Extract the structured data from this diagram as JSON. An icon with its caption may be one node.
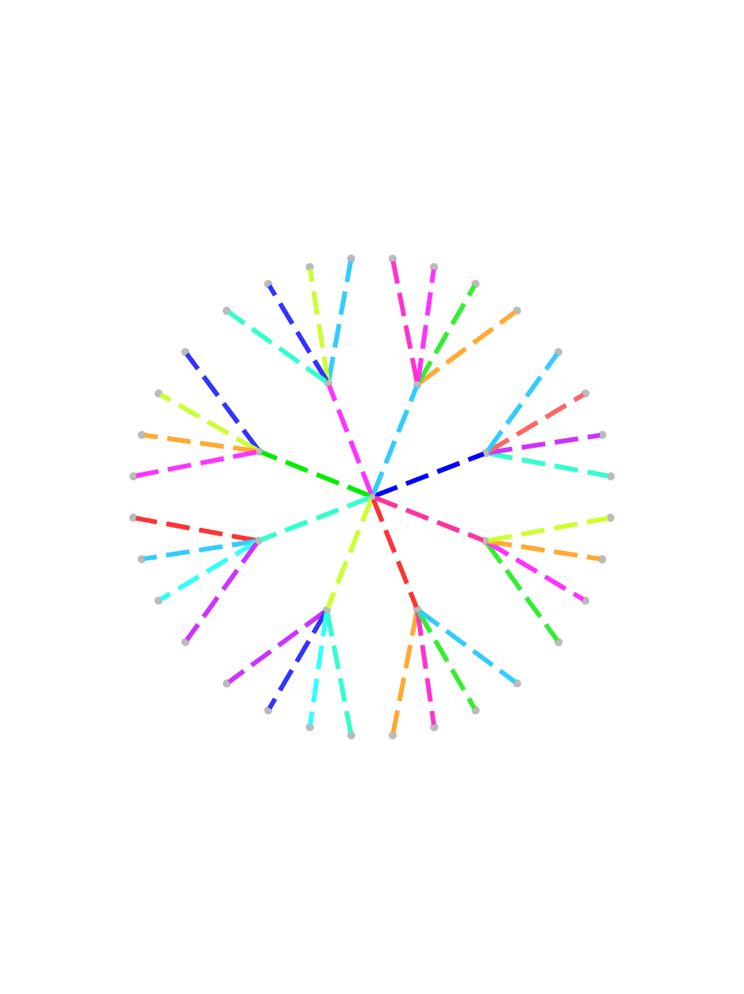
{
  "diagram": {
    "nodes": [
      {
        "text": [],
        "shape": "point"
      },
      {
        "text": [],
        "shape": "point"
      },
      {
        "text": [],
        "shape": "point"
      },
      {
        "text": [],
        "shape": "point"
      },
      {
        "text": [],
        "shape": "point"
      },
      {
        "text": [],
        "shape": "point"
      },
      {
        "text": [],
        "shape": "point"
      },
      {
        "text": [],
        "shape": "point"
      },
      {
        "text": [],
        "shape": "point"
      },
      {
        "text": [],
        "shape": "point"
      },
      {
        "text": [],
        "shape": "point"
      },
      {
        "text": [],
        "shape": "point"
      },
      {
        "text": [],
        "shape": "point"
      },
      {
        "text": [],
        "shape": "point"
      },
      {
        "text": [],
        "shape": "point"
      },
      {
        "text": [],
        "shape": "point"
      },
      {
        "text": [],
        "shape": "point"
      },
      {
        "text": [],
        "shape": "point"
      },
      {
        "text": [],
        "shape": "point"
      },
      {
        "text": [],
        "shape": "point"
      },
      {
        "text": [],
        "shape": "point"
      },
      {
        "text": [],
        "shape": "point"
      },
      {
        "text": [],
        "shape": "point"
      },
      {
        "text": [],
        "shape": "point"
      },
      {
        "text": [],
        "shape": "point"
      },
      {
        "text": [],
        "shape": "point"
      },
      {
        "text": [],
        "shape": "point"
      },
      {
        "text": [],
        "shape": "point"
      },
      {
        "text": [],
        "shape": "point"
      },
      {
        "text": [],
        "shape": "point"
      },
      {
        "text": [],
        "shape": "point"
      },
      {
        "text": [],
        "shape": "point"
      },
      {
        "text": [],
        "shape": "point"
      },
      {
        "text": [],
        "shape": "point"
      },
      {
        "text": [],
        "shape": "point"
      },
      {
        "text": [],
        "shape": "point"
      },
      {
        "text": [],
        "shape": "point"
      },
      {
        "text": [],
        "shape": "point"
      },
      {
        "text": [],
        "shape": "point"
      },
      {
        "text": [],
        "shape": "point"
      },
      {
        "text": [],
        "shape": "point"
      }
    ],
    "edges": [
      {
        "from": 4,
        "to": 0,
        "arrow": "none",
        "style": "dashed",
        "color": "#0000ff"
      },
      {
        "from": 4,
        "to": 1,
        "arrow": "none",
        "style": "dashed",
        "color": "#33ccff"
      },
      {
        "from": 4,
        "to": 2,
        "arrow": "none",
        "style": "dashed",
        "color": "#ff33ff"
      },
      {
        "from": 4,
        "to": 3,
        "arrow": "none",
        "style": "dashed",
        "color": "#00ee00"
      },
      {
        "from": 4,
        "to": 5,
        "arrow": "none",
        "style": "dashed",
        "color": "#33ffcc"
      },
      {
        "from": 4,
        "to": 6,
        "arrow": "none",
        "style": "dashed",
        "color": "#ccff33"
      },
      {
        "from": 4,
        "to": 7,
        "arrow": "none",
        "style": "dashed",
        "color": "#ff3333"
      },
      {
        "from": 4,
        "to": 8,
        "arrow": "none",
        "style": "dashed",
        "color": "#ff3399"
      },
      {
        "from": 0,
        "to": 9,
        "arrow": "none",
        "style": "dashed",
        "color": "#33ffcc"
      },
      {
        "from": 0,
        "to": 10,
        "arrow": "none",
        "style": "dashed",
        "color": "#cc33ff"
      },
      {
        "from": 0,
        "to": 11,
        "arrow": "none",
        "style": "dashed",
        "color": "#ff6666"
      },
      {
        "from": 0,
        "to": 12,
        "arrow": "none",
        "style": "dashed",
        "color": "#33ccff"
      },
      {
        "from": 1,
        "to": 13,
        "arrow": "none",
        "style": "dashed",
        "color": "#ffaa33"
      },
      {
        "from": 1,
        "to": 14,
        "arrow": "none",
        "style": "dashed",
        "color": "#33ee33"
      },
      {
        "from": 1,
        "to": 15,
        "arrow": "none",
        "style": "dashed",
        "color": "#ff33ff"
      },
      {
        "from": 1,
        "to": 16,
        "arrow": "none",
        "style": "dashed",
        "color": "#ff33cc"
      },
      {
        "from": 2,
        "to": 17,
        "arrow": "none",
        "style": "dashed",
        "color": "#33ccff"
      },
      {
        "from": 2,
        "to": 18,
        "arrow": "none",
        "style": "dashed",
        "color": "#ccff33"
      },
      {
        "from": 2,
        "to": 19,
        "arrow": "none",
        "style": "dashed",
        "color": "#3333ff"
      },
      {
        "from": 2,
        "to": 20,
        "arrow": "none",
        "style": "dashed",
        "color": "#33ffcc"
      },
      {
        "from": 3,
        "to": 21,
        "arrow": "none",
        "style": "dashed",
        "color": "#3333ff"
      },
      {
        "from": 3,
        "to": 22,
        "arrow": "none",
        "style": "dashed",
        "color": "#ccff33"
      },
      {
        "from": 3,
        "to": 23,
        "arrow": "none",
        "style": "dashed",
        "color": "#ffaa33"
      },
      {
        "from": 3,
        "to": 24,
        "arrow": "none",
        "style": "dashed",
        "color": "#ff33ff"
      },
      {
        "from": 5,
        "to": 25,
        "arrow": "none",
        "style": "dashed",
        "color": "#ff3333"
      },
      {
        "from": 5,
        "to": 26,
        "arrow": "none",
        "style": "dashed",
        "color": "#33ccff"
      },
      {
        "from": 5,
        "to": 27,
        "arrow": "none",
        "style": "dashed",
        "color": "#33ffff"
      },
      {
        "from": 5,
        "to": 28,
        "arrow": "none",
        "style": "dashed",
        "color": "#cc33ff"
      },
      {
        "from": 6,
        "to": 29,
        "arrow": "none",
        "style": "dashed",
        "color": "#cc33ff"
      },
      {
        "from": 6,
        "to": 30,
        "arrow": "none",
        "style": "dashed",
        "color": "#3333ff"
      },
      {
        "from": 6,
        "to": 31,
        "arrow": "none",
        "style": "dashed",
        "color": "#33ffff"
      },
      {
        "from": 6,
        "to": 32,
        "arrow": "none",
        "style": "dashed",
        "color": "#33ffcc"
      },
      {
        "from": 7,
        "to": 33,
        "arrow": "none",
        "style": "dashed",
        "color": "#ffaa33"
      },
      {
        "from": 7,
        "to": 34,
        "arrow": "none",
        "style": "dashed",
        "color": "#ff33cc"
      },
      {
        "from": 7,
        "to": 35,
        "arrow": "none",
        "style": "dashed",
        "color": "#33ee33"
      },
      {
        "from": 7,
        "to": 36,
        "arrow": "none",
        "style": "dashed",
        "color": "#33ccff"
      },
      {
        "from": 8,
        "to": 37,
        "arrow": "none",
        "style": "dashed",
        "color": "#33ee33"
      },
      {
        "from": 8,
        "to": 38,
        "arrow": "none",
        "style": "dashed",
        "color": "#ff33ff"
      },
      {
        "from": 8,
        "to": 39,
        "arrow": "none",
        "style": "dashed",
        "color": "#ffaa33"
      },
      {
        "from": 8,
        "to": 40,
        "arrow": "none",
        "style": "dashed",
        "color": "#ccff33"
      }
    ]
  }
}
